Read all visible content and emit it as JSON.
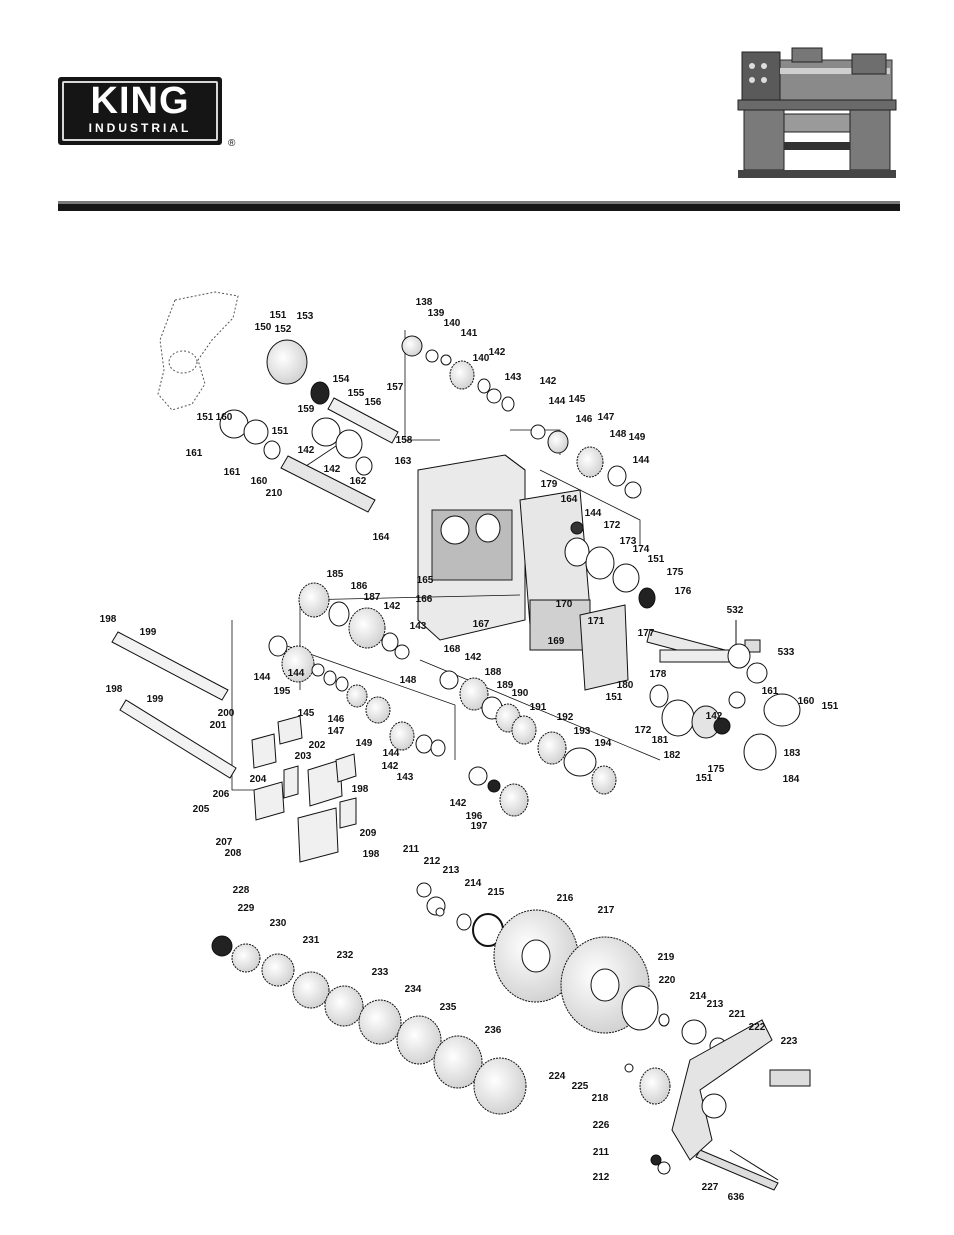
{
  "brand": {
    "name": "KING",
    "subtitle": "INDUSTRIAL",
    "registered": "®"
  },
  "part_labels": [
    "138",
    "139",
    "140",
    "141",
    "140",
    "142",
    "143",
    "142",
    "144",
    "145",
    "146",
    "147",
    "148",
    "149",
    "144",
    "151",
    "150",
    "152",
    "153",
    "154",
    "155",
    "156",
    "157",
    "159",
    "158",
    "151",
    "160",
    "161",
    "142",
    "210",
    "151",
    "161",
    "160",
    "142",
    "163",
    "162",
    "179",
    "164",
    "144",
    "172",
    "173",
    "174",
    "151",
    "175",
    "176",
    "164",
    "165",
    "166",
    "167",
    "170",
    "171",
    "169",
    "180",
    "151",
    "177",
    "532",
    "533",
    "178",
    "172",
    "181",
    "182",
    "151",
    "175",
    "142",
    "161",
    "160",
    "151",
    "183",
    "184",
    "185",
    "186",
    "187",
    "142",
    "143",
    "144",
    "195",
    "144",
    "145",
    "146",
    "147",
    "148",
    "149",
    "144",
    "142",
    "143",
    "168",
    "142",
    "188",
    "189",
    "190",
    "191",
    "192",
    "193",
    "194",
    "142",
    "196",
    "197",
    "198",
    "199",
    "198",
    "199",
    "200",
    "201",
    "202",
    "203",
    "204",
    "198",
    "206",
    "205",
    "207",
    "208",
    "209",
    "198",
    "211",
    "212",
    "213",
    "214",
    "215",
    "216",
    "217",
    "219",
    "220",
    "214",
    "213",
    "221",
    "222",
    "223",
    "224",
    "225",
    "218",
    "226",
    "211",
    "212",
    "227",
    "636",
    "228",
    "229",
    "230",
    "231",
    "232",
    "233",
    "234",
    "235",
    "236"
  ]
}
